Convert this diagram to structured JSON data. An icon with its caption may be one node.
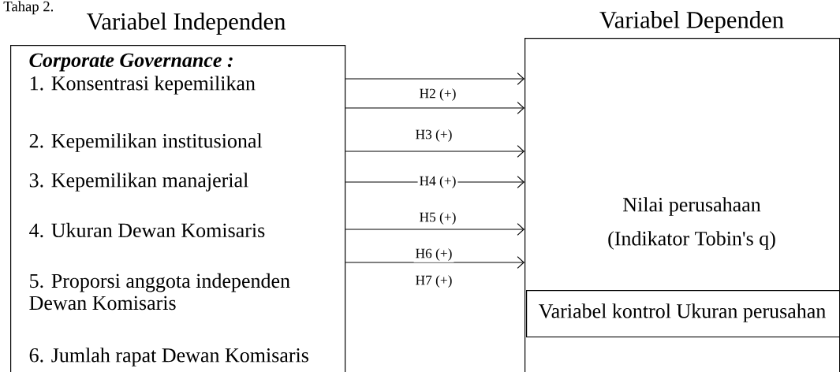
{
  "diagram": {
    "nodes": [
      {
        "text": [
          "Variabel Independen",
          "Corporate Governance :",
          "1. Konsentrasi kepemilikan",
          "2. Kepemilikan institusional",
          "3. Kepemilikan manajerial",
          "4. Ukuran Dewan Komisaris",
          "5. Proporsi anggota independen Dewan Komisaris",
          "6. Jumlah rapat Dewan Komisaris"
        ]
      },
      {
        "text": [
          "Variabel Dependen",
          "Nilai perusahaan",
          "(Indikator Tobin's q)"
        ]
      },
      {
        "text": [
          "Variabel kontrol Ukuran perusahan"
        ],
        "in": 1
      }
    ],
    "edges": [
      {
        "from": 0,
        "to": 1,
        "arrow": "to"
      },
      {
        "from": 0,
        "to": 1,
        "arrow": "to",
        "label": "H2 (+)"
      },
      {
        "from": 0,
        "to": 1,
        "arrow": "to",
        "label": "H3 (+)"
      },
      {
        "from": 0,
        "to": 1,
        "arrow": "to",
        "label": "H4 (+)"
      },
      {
        "from": 0,
        "to": 1,
        "arrow": "to",
        "label": "H5 (+)"
      },
      {
        "from": 0,
        "to": 1,
        "arrow": "to",
        "label": "H6 (+)"
      }
    ],
    "labels": [
      "Tahap 2.",
      "H7 (+)"
    ]
  }
}
